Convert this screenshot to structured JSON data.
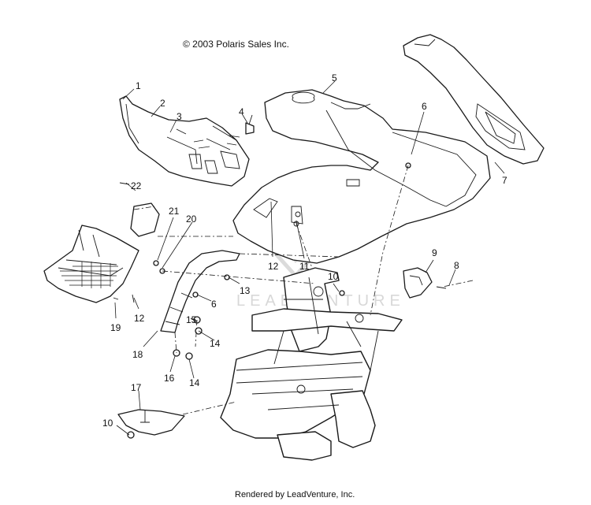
{
  "header": {
    "copyright": "© 2003 Polaris Sales Inc."
  },
  "footer": {
    "rendered_by": "Rendered by LeadVenture, Inc."
  },
  "watermark": {
    "text": "LEADVENTURE"
  },
  "callouts": {
    "c1": "1",
    "c2": "2",
    "c3": "3",
    "c4": "4",
    "c5": "5",
    "c6a": "6",
    "c6b": "6",
    "c7": "7",
    "c8": "8",
    "c9": "9",
    "c10a": "10",
    "c10b": "10",
    "c11": "11",
    "c12a": "12",
    "c12b": "12",
    "c13": "13",
    "c14a": "14",
    "c14b": "14",
    "c15": "15",
    "c16": "16",
    "c17": "17",
    "c18": "18",
    "c19": "19",
    "c20": "20",
    "c21": "21",
    "c22": "22"
  }
}
